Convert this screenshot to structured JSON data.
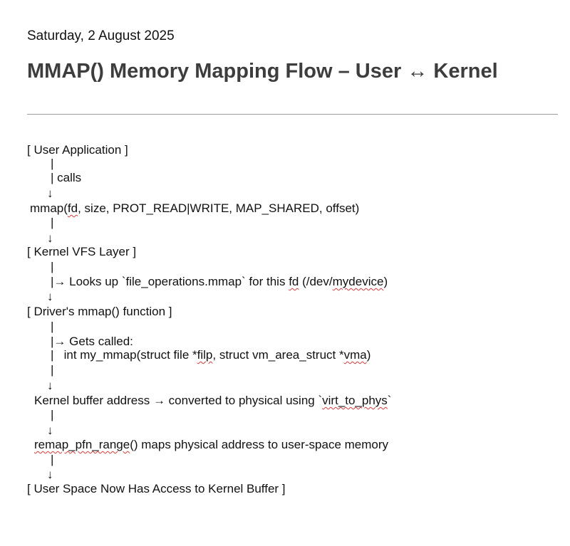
{
  "header": {
    "date": "Saturday, 2 August 2025",
    "title": "MMAP() Memory Mapping Flow – User ↔ Kernel"
  },
  "flow": {
    "user_application": "[ User Application ]",
    "connector_1": "|",
    "calls": "| calls",
    "arrow_down_1": "↓",
    "mmap_prefix": "mmap(",
    "mmap_fd": "fd",
    "mmap_suffix": ", size, PROT_READ|WRITE, MAP_SHARED, offset)",
    "connector_2": "|",
    "arrow_down_2": "↓",
    "kernel_vfs_layer": "[ Kernel VFS Layer ]",
    "connector_3": "|",
    "lookup_prefix": "|→ Looks up `file_operations.mmap` for this ",
    "lookup_fd": "fd",
    "lookup_mid": " (/dev/",
    "lookup_device": "mydevice",
    "lookup_suffix": ")",
    "arrow_down_3": "↓",
    "driver_mmap": "[ Driver's mmap() function ]",
    "connector_4": "|",
    "gets_called": "|→ Gets called:",
    "sig_prefix": "|   int my_mmap(struct file *",
    "sig_filp": "filp",
    "sig_mid": ", struct vm_area_struct *",
    "sig_vma": "vma",
    "sig_suffix": ")",
    "connector_5": "|",
    "arrow_down_4": "↓",
    "kernel_buffer_prefix": "Kernel buffer address → converted to physical using `",
    "kernel_buffer_fn": "virt_to_phys",
    "kernel_buffer_suffix": "`",
    "connector_6": "|",
    "arrow_down_5": "↓",
    "remap_fn": "remap_pfn_range",
    "remap_suffix": "() maps physical address to user-space memory",
    "connector_7": "|",
    "arrow_down_6": "↓",
    "user_space_access": "[ User Space Now Has Access to Kernel Buffer ]"
  }
}
